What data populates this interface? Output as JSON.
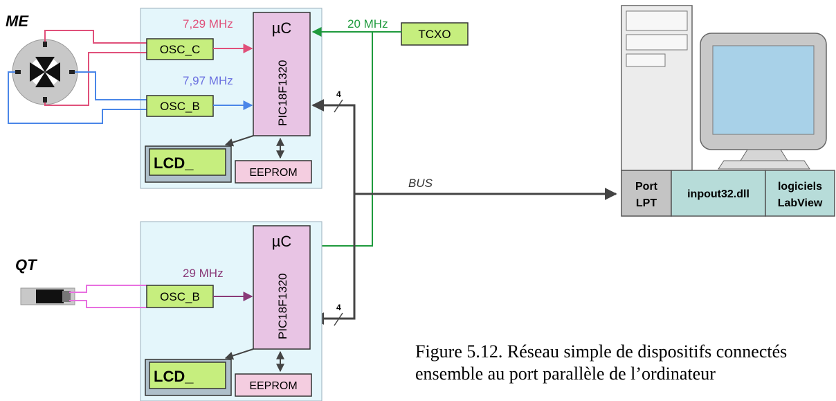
{
  "labels": {
    "me": "ME",
    "qt": "QT",
    "bus": "BUS"
  },
  "freqs": {
    "osc_c_top": "7,29 MHz",
    "osc_b_top": "7,97 MHz",
    "tcxo": "20 MHz",
    "osc_b_bottom": "29 MHz"
  },
  "blocks": {
    "osc_c": "OSC_C",
    "osc_b": "OSC_B",
    "uc": "µC",
    "pic": "PIC18F1320",
    "lcd": "LCD_",
    "eeprom": "EEPROM",
    "tcxo": "TCXO"
  },
  "bus_width": "4",
  "computer": {
    "port_line1": "Port",
    "port_line2": "LPT",
    "dll": "inpout32.dll",
    "soft_line1": "logiciels",
    "soft_line2": "LabView"
  },
  "caption": "Figure 5.12. Réseau simple de dispositifs connectés ensemble au port parallèle de l’ordinateur",
  "colors": {
    "osc_c_wire": "#e0507a",
    "osc_b_wire": "#4a86e8",
    "tcxo_wire": "#1e9a3c",
    "qt_wire": "#8a3a78",
    "bus": "#444444",
    "module_bg": "#e4f6fb",
    "osc_fill": "#c6ee7e",
    "uc_fill": "#e8c4e4",
    "eeprom_fill": "#f4cde0"
  }
}
